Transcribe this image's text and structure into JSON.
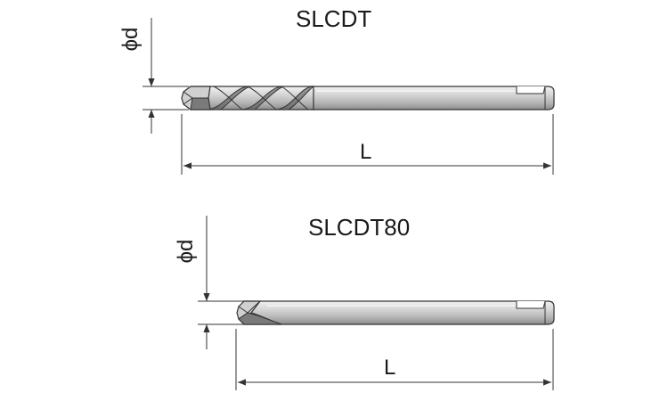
{
  "drawings": [
    {
      "model": "SLCDT",
      "diameter_label": "ϕd",
      "length_label": "L"
    },
    {
      "model": "SLCDT80",
      "diameter_label": "ϕd",
      "length_label": "L"
    }
  ],
  "colors": {
    "line": "#333333",
    "body_light": "#eeeeee",
    "body_mid": "#c8c8c8",
    "body_dark": "#8a8a8a"
  }
}
